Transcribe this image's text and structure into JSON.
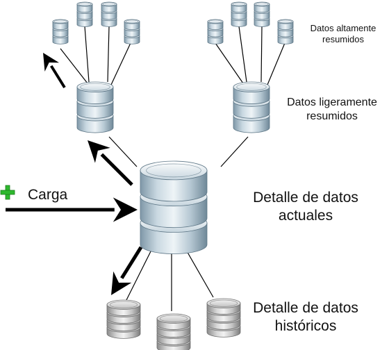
{
  "labels": {
    "highly_summarized": [
      "Datos altamente",
      "resumidos"
    ],
    "lightly_summarized": [
      "Datos ligeramente",
      "resumidos"
    ],
    "load": "Carga",
    "current_detail": [
      "Detalle de datos",
      "actuales"
    ],
    "historical_detail": [
      "Detalle de datos",
      "históricos"
    ]
  },
  "icons": {
    "database": "database-icon",
    "archive": "archive-disk-icon",
    "load": "plus-icon",
    "flow": "arrow-icon"
  },
  "colors": {
    "db_light": "#e6eef3",
    "db_dark": "#7f98a8",
    "archive_light": "#e9e9e9",
    "archive_dark": "#8a8a8a",
    "plus": "#2eb82e",
    "arrow": "#000000",
    "line": "#000000"
  }
}
